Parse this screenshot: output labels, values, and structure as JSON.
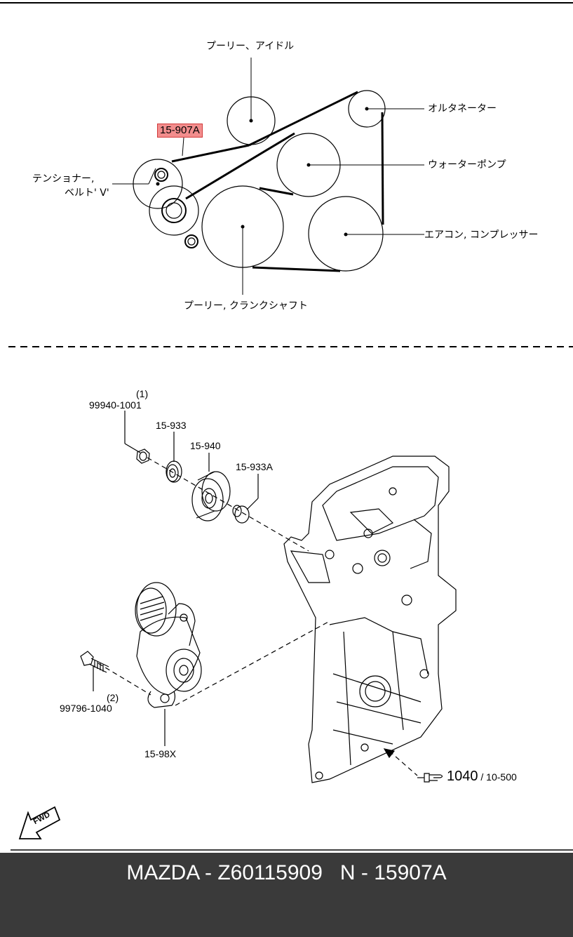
{
  "belt_diagram": {
    "idler_pulley": "プーリー、アイドル",
    "alternator": "オルタネーター",
    "part_highlight": "15-907A",
    "tensioner_line1": "テンショナー,",
    "tensioner_line2": "ベルト' V'",
    "water_pump": "ウォーターポンプ",
    "ac_compressor": "エアコン, コンプレッサー",
    "crankshaft_pulley": "プーリー, クランクシャフト"
  },
  "parts_diagram": {
    "qty_nut": "(1)",
    "nut_part": "99940-1001",
    "seal_part": "15-933",
    "pulley_part": "15-940",
    "spacer_part": "15-933A",
    "bolt_part": "99796-1040",
    "qty_bolt": "(2)",
    "tensioner_part": "15-98X",
    "ref_main": "1040",
    "ref_sub": "/ 10-500",
    "fwd": "FWD"
  },
  "footer": {
    "text": "MAZDA - Z60115909   N - 15907A"
  },
  "colors": {
    "highlight": "#f28d8d",
    "footer_bg": "#3a3a3a"
  }
}
